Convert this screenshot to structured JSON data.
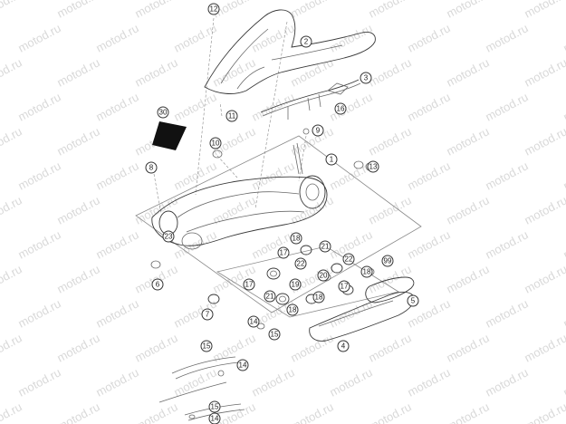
{
  "watermark": {
    "text": "motod.ru"
  },
  "callouts": {
    "c1": "1",
    "c2": "2",
    "c3": "3",
    "c4": "4",
    "c5": "5",
    "c6": "6",
    "c7": "7",
    "c8": "8",
    "c9": "9",
    "c10": "10",
    "c11": "11",
    "c12": "12",
    "c13": "13",
    "c14a": "14",
    "c14b": "14",
    "c14c": "14",
    "c15a": "15",
    "c15b": "15",
    "c15c": "15",
    "c16": "16",
    "c17a": "17",
    "c17b": "17",
    "c17c": "17",
    "c18a": "18",
    "c18b": "18",
    "c18c": "18",
    "c18d": "18",
    "c19": "19",
    "c20": "20",
    "c21a": "21",
    "c21b": "21",
    "c22a": "22",
    "c22b": "22",
    "c23": "23",
    "c30": "30",
    "c99": "99"
  },
  "colors": {
    "line": "#6a6a6a",
    "watermark": "#d9d9d9",
    "sticker": "#111111"
  }
}
